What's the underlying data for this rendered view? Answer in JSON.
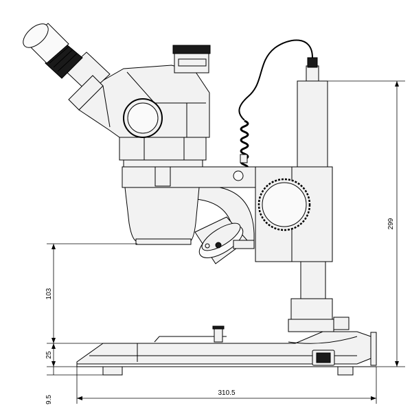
{
  "drawing": {
    "subject": "stereo microscope on stand with arm, focus drive and ring light",
    "icons": [
      "eyepiece-icon",
      "focus-knob-icon",
      "ring-light-icon",
      "power-cord-icon"
    ]
  },
  "dimensions": {
    "total_height": "299",
    "working_height": "103",
    "base_height": "25",
    "foot_height": "9.5",
    "base_width": "310.5"
  }
}
